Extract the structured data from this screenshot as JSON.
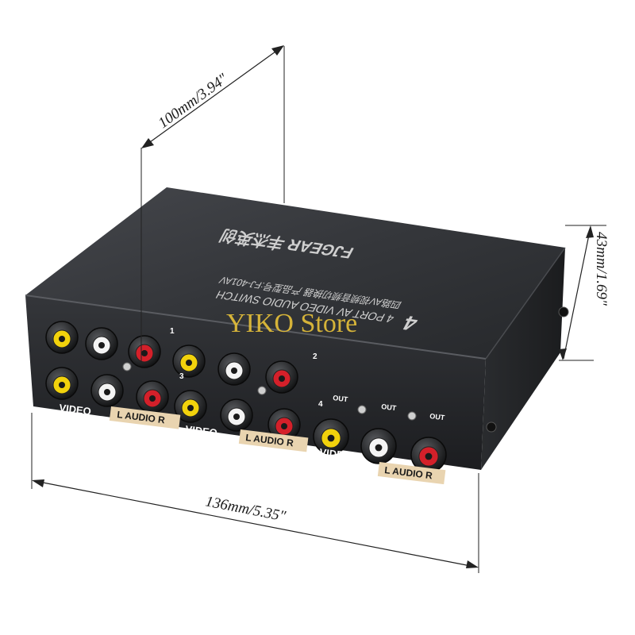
{
  "product": {
    "top_line1": "4 PORT AV VIDEO AUDIO SWITCH",
    "top_line2": "四路AV视频音频切换器 产品型号:FJ-401AV",
    "brand_logo": "FJGEAR 丰杰英创",
    "model_digit": "4",
    "colors": {
      "body": "#2b2d31",
      "top": "#3a3c40",
      "video_jack": "#f2d20c",
      "audio_left": "#f4f4f4",
      "audio_right": "#d4202a",
      "label_box": "#e9d4b0"
    }
  },
  "front_panel": {
    "port_numbers": [
      "1",
      "2",
      "3",
      "4"
    ],
    "video_label": "VIDEO",
    "audio_label": "L AUDIO R",
    "out_label": "OUT"
  },
  "dimensions": {
    "depth": "100mm/3.94″",
    "height": "43mm/1.69″",
    "width": "136mm/5.35″"
  },
  "watermark": "YIKO Store"
}
